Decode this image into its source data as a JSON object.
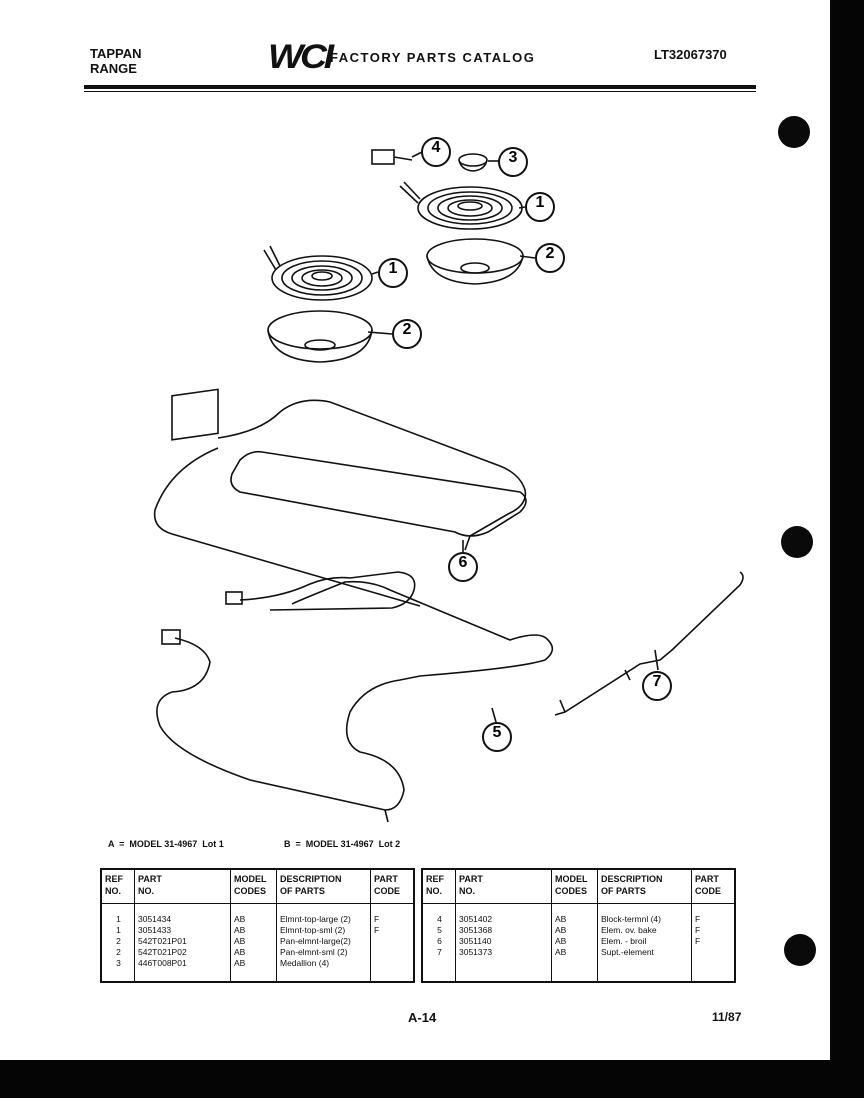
{
  "header": {
    "brand_line1": "TAPPAN",
    "brand_line2": "RANGE",
    "logo": "WCI",
    "title": "FACTORY PARTS CATALOG",
    "catalog_number": "LT32067370"
  },
  "callouts": [
    "1",
    "2",
    "3",
    "4",
    "5",
    "6",
    "7"
  ],
  "models": {
    "a": "A  =  MODEL 31-4967  Lot 1",
    "b": "B  =  MODEL 31-4967  Lot 2"
  },
  "table": {
    "headers": {
      "ref_line1": "REF",
      "ref_line2": "NO.",
      "part_line1": "PART",
      "part_line2": "NO.",
      "model_line1": "MODEL",
      "model_line2": "CODES",
      "desc_line1": "DESCRIPTION",
      "desc_line2": "OF PARTS",
      "code_line1": "PART",
      "code_line2": "CODE"
    },
    "left_rows": [
      {
        "ref": "1",
        "part": "3051434",
        "model": "AB",
        "desc": "Elmnt-top-large (2)",
        "code": "F"
      },
      {
        "ref": "1",
        "part": "3051433",
        "model": "AB",
        "desc": "Elmnt-top-sml (2)",
        "code": "F"
      },
      {
        "ref": "2",
        "part": "542T021P01",
        "model": "AB",
        "desc": "Pan-elmnt-large(2)",
        "code": ""
      },
      {
        "ref": "2",
        "part": "542T021P02",
        "model": "AB",
        "desc": "Pan-elmnt-sml (2)",
        "code": ""
      },
      {
        "ref": "3",
        "part": "446T008P01",
        "model": "AB",
        "desc": "Medallion (4)",
        "code": ""
      }
    ],
    "right_rows": [
      {
        "ref": "4",
        "part": "3051402",
        "model": "AB",
        "desc": "Block-termnl (4)",
        "code": "F"
      },
      {
        "ref": "5",
        "part": "3051368",
        "model": "AB",
        "desc": "Elem. ov. bake",
        "code": "F"
      },
      {
        "ref": "6",
        "part": "3051140",
        "model": "AB",
        "desc": "Elem. - broil",
        "code": "F"
      },
      {
        "ref": "7",
        "part": "3051373",
        "model": "AB",
        "desc": "Supt.-element",
        "code": ""
      },
      {
        "ref": "",
        "part": "",
        "model": "",
        "desc": "",
        "code": ""
      }
    ]
  },
  "footer": {
    "page": "A-14",
    "date": "11/87"
  }
}
